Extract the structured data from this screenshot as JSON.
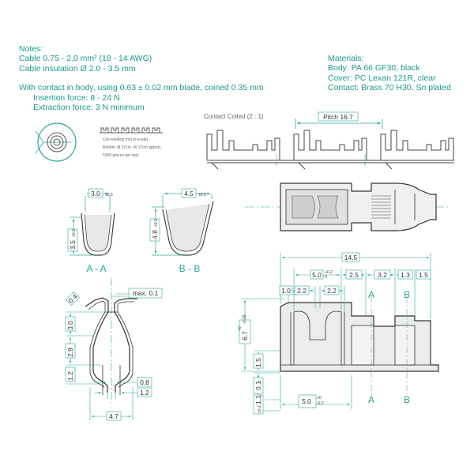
{
  "notes": {
    "heading": "Notes:",
    "cable_size": "Cable 0.75 - 2.0 mm² (18 - 14 AWG)",
    "cable_insulation": "Cable insulation Ø 2.0 - 3.5 mm",
    "contact_note": "With contact in body, using 0.63 ± 0.02 mm blade, coined 0.35 mm",
    "insertion_force": "Insertion force: 8 - 24 N",
    "extraction_force": "Extraction force: 3 N minimum"
  },
  "materials": {
    "heading": "Materials:",
    "body": "Body: PA 66 GF30, black",
    "cover": "Cover: PC Lexan 121R, clear",
    "contact": "Contact: Brass 70 H30, Sn plated"
  },
  "coil": {
    "caption": "Coil winding (not to scale)",
    "bobbin": "Bobbin: Ø 27cm, W 17cm approx.",
    "pieces": "5000 pieces per reel."
  },
  "contact_coiled": {
    "title": "Contact Coiled (2 : 1)",
    "pitch": "Pitch 16.7"
  },
  "section_aa": {
    "label": "A - A",
    "width": "3.0",
    "width_tol": "±0.3",
    "height": "3.5",
    "height_tol": "±0.3"
  },
  "section_bb": {
    "label": "B - B",
    "width": "4.5",
    "width_tol": "±0.3",
    "height": "4.8",
    "height_tol": "±0.3"
  },
  "front_view": {
    "max": "max. 0.1",
    "d_0_4": "0.4",
    "d_3_0": "3.0",
    "d_2_9": "2.9",
    "d_1_2": "1.2",
    "d_0_8": "0.8",
    "d_1_2b": "1.2",
    "d_4_7": "4.7"
  },
  "side_view": {
    "d_14_5": "14.5",
    "d_5_0": "5.0",
    "d_5_0_tol_up": "+0.2",
    "d_5_0_tol_dn": "0",
    "d_2_5": "2.5",
    "d_3_2": "3.2",
    "d_1_3": "1.3",
    "d_1_5": "1.5",
    "d_1_0": "1.0",
    "d_2_2a": "2.2",
    "d_2_2b": "2.2",
    "d_6_7": "6.7",
    "d_6_7_tol_up": "+0",
    "d_6_7_tol_dn": "-0.15",
    "d_1_5v": "1.5",
    "d_0_1": "0.1",
    "d_0_1_tol": "±",
    "d_1_1": "1.1",
    "d_1_1_tol": "±0.1",
    "d_5_0b": "5.0",
    "d_5_0b_tol_up": "+0",
    "d_5_0b_tol_dn": "-0.2",
    "mark_a": "A",
    "mark_b": "B"
  }
}
